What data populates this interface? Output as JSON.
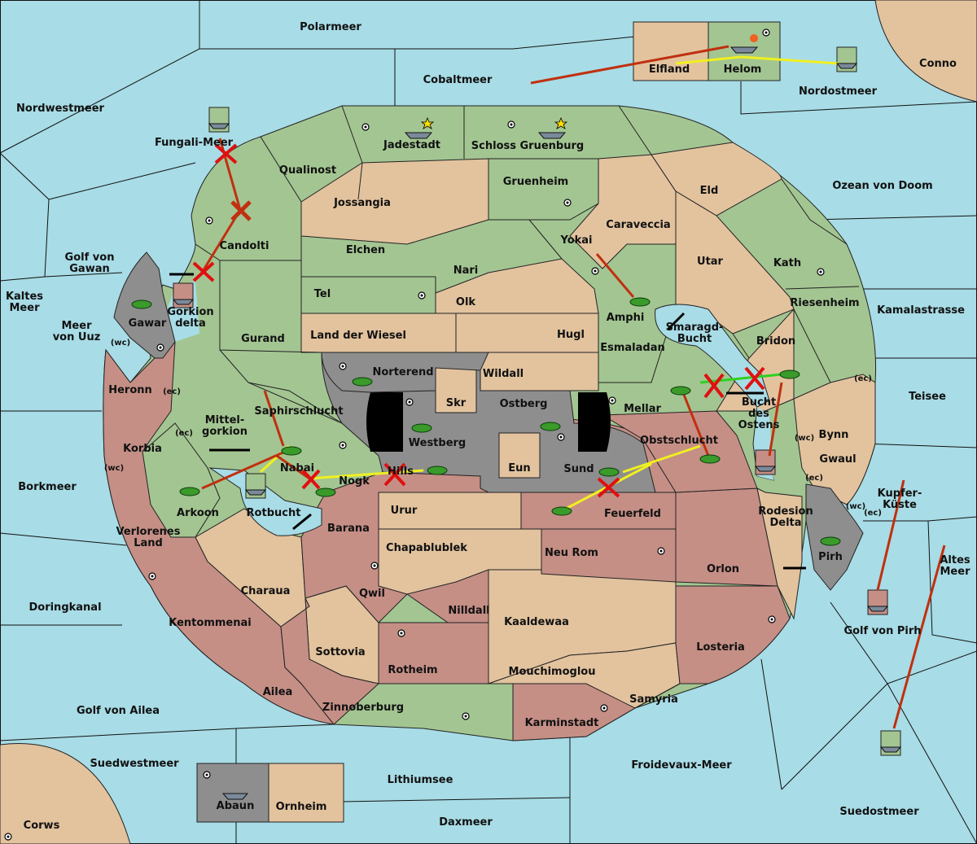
{
  "map": {
    "colors": {
      "sea": "#a8dce6",
      "green": "#a3c592",
      "tan": "#e2c39e",
      "red": "#c58f86",
      "gray": "#8e8e8e",
      "order_move": "#c0300f",
      "order_support": "#f0f020",
      "order_alt": "#30d020",
      "cancel": "#e01010"
    },
    "provinces": [
      {
        "id": "polarmeer",
        "label": "Polarmeer"
      },
      {
        "id": "cobaltmeer",
        "label": "Cobaltmeer"
      },
      {
        "id": "nordwestmeer",
        "label": "Nordwestmeer"
      },
      {
        "id": "nordostmeer",
        "label": "Nordostmeer"
      },
      {
        "id": "conno",
        "label": "Conno"
      },
      {
        "id": "elfland",
        "label": "Elfland"
      },
      {
        "id": "helom",
        "label": "Helom"
      },
      {
        "id": "fungali-meer",
        "label": "Fungali-Meer"
      },
      {
        "id": "jadestadt",
        "label": "Jadestadt"
      },
      {
        "id": "schloss-gruenburg",
        "label": "Schloss Gruenburg"
      },
      {
        "id": "qualinost",
        "label": "Qualinost"
      },
      {
        "id": "jossangia",
        "label": "Jossangia"
      },
      {
        "id": "gruenheim",
        "label": "Gruenheim"
      },
      {
        "id": "eld",
        "label": "Eld"
      },
      {
        "id": "ozean-von-doom",
        "label": "Ozean von Doom"
      },
      {
        "id": "candolti",
        "label": "Candolti"
      },
      {
        "id": "caraveccia",
        "label": "Caraveccia"
      },
      {
        "id": "elchen",
        "label": "Elchen"
      },
      {
        "id": "yokai",
        "label": "Yokai"
      },
      {
        "id": "utar",
        "label": "Utar"
      },
      {
        "id": "kath",
        "label": "Kath"
      },
      {
        "id": "golf-von-gawan",
        "label": "Golf von\nGawan"
      },
      {
        "id": "nari",
        "label": "Nari"
      },
      {
        "id": "tel",
        "label": "Tel"
      },
      {
        "id": "olk",
        "label": "Olk"
      },
      {
        "id": "amphi",
        "label": "Amphi"
      },
      {
        "id": "riesenheim",
        "label": "Riesenheim"
      },
      {
        "id": "kamalastrasse",
        "label": "Kamalastrasse"
      },
      {
        "id": "kaltes-meer",
        "label": "Kaltes\nMeer"
      },
      {
        "id": "gorkion-delta",
        "label": "Gorkion\ndelta"
      },
      {
        "id": "gawar",
        "label": "Gawar"
      },
      {
        "id": "meer-von-uuz",
        "label": "Meer\nvon Uuz"
      },
      {
        "id": "land-der-wiesel",
        "label": "Land der Wiesel"
      },
      {
        "id": "hugl",
        "label": "Hugl"
      },
      {
        "id": "smaragd-bucht",
        "label": "Smaragd-\nBucht"
      },
      {
        "id": "gurand",
        "label": "Gurand"
      },
      {
        "id": "esmaladan",
        "label": "Esmaladan"
      },
      {
        "id": "bridon",
        "label": "Bridon"
      },
      {
        "id": "norterend",
        "label": "Norterend"
      },
      {
        "id": "wildall",
        "label": "Wildall"
      },
      {
        "id": "heronn",
        "label": "Heronn"
      },
      {
        "id": "teisee",
        "label": "Teisee"
      },
      {
        "id": "skr",
        "label": "Skr"
      },
      {
        "id": "ostberg",
        "label": "Ostberg"
      },
      {
        "id": "mellar",
        "label": "Mellar"
      },
      {
        "id": "saphirschlucht",
        "label": "Saphirschlucht"
      },
      {
        "id": "bucht-des-ostens",
        "label": "Bucht\ndes\nOstens"
      },
      {
        "id": "korbia",
        "label": "Korbia"
      },
      {
        "id": "mittelgorkion",
        "label": "Mittel-\ngorkion"
      },
      {
        "id": "westberg",
        "label": "Westberg"
      },
      {
        "id": "obstschlucht",
        "label": "Obstschlucht"
      },
      {
        "id": "bynn",
        "label": "Bynn"
      },
      {
        "id": "nabai",
        "label": "Nabai"
      },
      {
        "id": "gwaul",
        "label": "Gwaul"
      },
      {
        "id": "eun",
        "label": "Eun"
      },
      {
        "id": "hills",
        "label": "Hills"
      },
      {
        "id": "sund",
        "label": "Sund"
      },
      {
        "id": "nogk",
        "label": "Nogk"
      },
      {
        "id": "borkmeer",
        "label": "Borkmeer"
      },
      {
        "id": "kupfer-kueste",
        "label": "Kupfer-\nKüste"
      },
      {
        "id": "arkoon",
        "label": "Arkoon"
      },
      {
        "id": "rotbucht",
        "label": "Rotbucht"
      },
      {
        "id": "urur",
        "label": "Urur"
      },
      {
        "id": "feuerfeld",
        "label": "Feuerfeld"
      },
      {
        "id": "rodesion-delta",
        "label": "Rodesion\nDelta"
      },
      {
        "id": "barana",
        "label": "Barana"
      },
      {
        "id": "verlorenes-land",
        "label": "Verlorenes\nLand"
      },
      {
        "id": "chapablublek",
        "label": "Chapablublek"
      },
      {
        "id": "neu-rom",
        "label": "Neu Rom"
      },
      {
        "id": "pirh",
        "label": "Pirh"
      },
      {
        "id": "orlon",
        "label": "Orlon"
      },
      {
        "id": "altes-meer",
        "label": "Altes\nMeer"
      },
      {
        "id": "charaua",
        "label": "Charaua"
      },
      {
        "id": "qwil",
        "label": "Qwil"
      },
      {
        "id": "doringkanal",
        "label": "Doringkanal"
      },
      {
        "id": "nilldall",
        "label": "Nilldall"
      },
      {
        "id": "kentommenai",
        "label": "Kentommenai"
      },
      {
        "id": "kaaldewaa",
        "label": "Kaaldewaa"
      },
      {
        "id": "golf-von-pirh",
        "label": "Golf von Pirh"
      },
      {
        "id": "losteria",
        "label": "Losteria"
      },
      {
        "id": "sottovia",
        "label": "Sottovia"
      },
      {
        "id": "rotheim",
        "label": "Rotheim"
      },
      {
        "id": "mouchimoglou",
        "label": "Mouchimoglou"
      },
      {
        "id": "ailea",
        "label": "Ailea"
      },
      {
        "id": "samyria",
        "label": "Samyria"
      },
      {
        "id": "zinnoberburg",
        "label": "Zinnoberburg"
      },
      {
        "id": "golf-von-ailea",
        "label": "Golf von Ailea"
      },
      {
        "id": "karminstadt",
        "label": "Karminstadt"
      },
      {
        "id": "suedwestmeer",
        "label": "Suedwestmeer"
      },
      {
        "id": "froidevaux-meer",
        "label": "Froidevaux-Meer"
      },
      {
        "id": "lithiumsee",
        "label": "Lithiumsee"
      },
      {
        "id": "abaun",
        "label": "Abaun"
      },
      {
        "id": "ornheim",
        "label": "Ornheim"
      },
      {
        "id": "suedostmeer",
        "label": "Suedostmeer"
      },
      {
        "id": "daxmeer",
        "label": "Daxmeer"
      },
      {
        "id": "corws",
        "label": "Corws"
      }
    ],
    "coast_tags": [
      "(wc)",
      "(ec)",
      "(ec)",
      "(wc)",
      "(ec)",
      "(wc)",
      "(ec)",
      "(wc)",
      "(ec)"
    ]
  }
}
